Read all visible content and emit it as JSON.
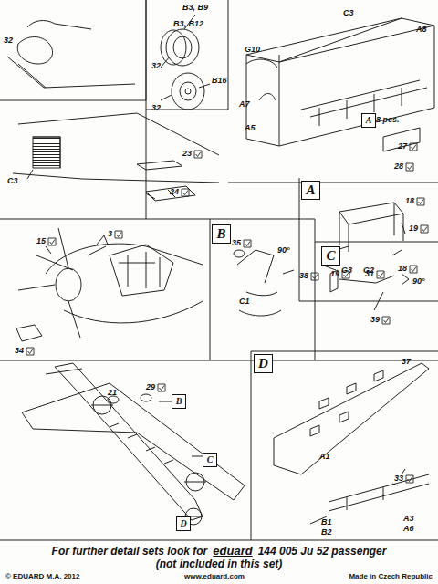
{
  "diagram": {
    "nodes": [
      {
        "text": [
          "A"
        ]
      },
      {
        "text": [
          "A"
        ]
      },
      {
        "text": [
          "B"
        ]
      },
      {
        "text": [
          "C"
        ]
      },
      {
        "text": [
          "D"
        ]
      },
      {
        "text": [
          "B"
        ]
      },
      {
        "text": [
          "C"
        ]
      },
      {
        "text": [
          "D"
        ]
      }
    ],
    "labels": [
      "B3, B9",
      "B3, B12",
      "32",
      "32",
      "B16",
      "32",
      "C3",
      "A8",
      "G10",
      "A7",
      "A5",
      "8 pcs.",
      "27",
      "28",
      "C3",
      "23",
      "24",
      "18",
      "19",
      "19",
      "31",
      "18",
      "15",
      "3",
      "35",
      "90°",
      "38",
      "C1",
      "G3",
      "G2",
      "90°",
      "39",
      "34",
      "21",
      "29",
      "37",
      "A1",
      "33",
      "A3",
      "A6",
      "B1",
      "B2",
      "For further detail sets look for",
      "eduard",
      "144 005 Ju 52 passenger",
      "(not included in this set)",
      "© EDUARD M.A. 2012",
      "www.eduard.com",
      "Made in Czech Republic"
    ]
  }
}
